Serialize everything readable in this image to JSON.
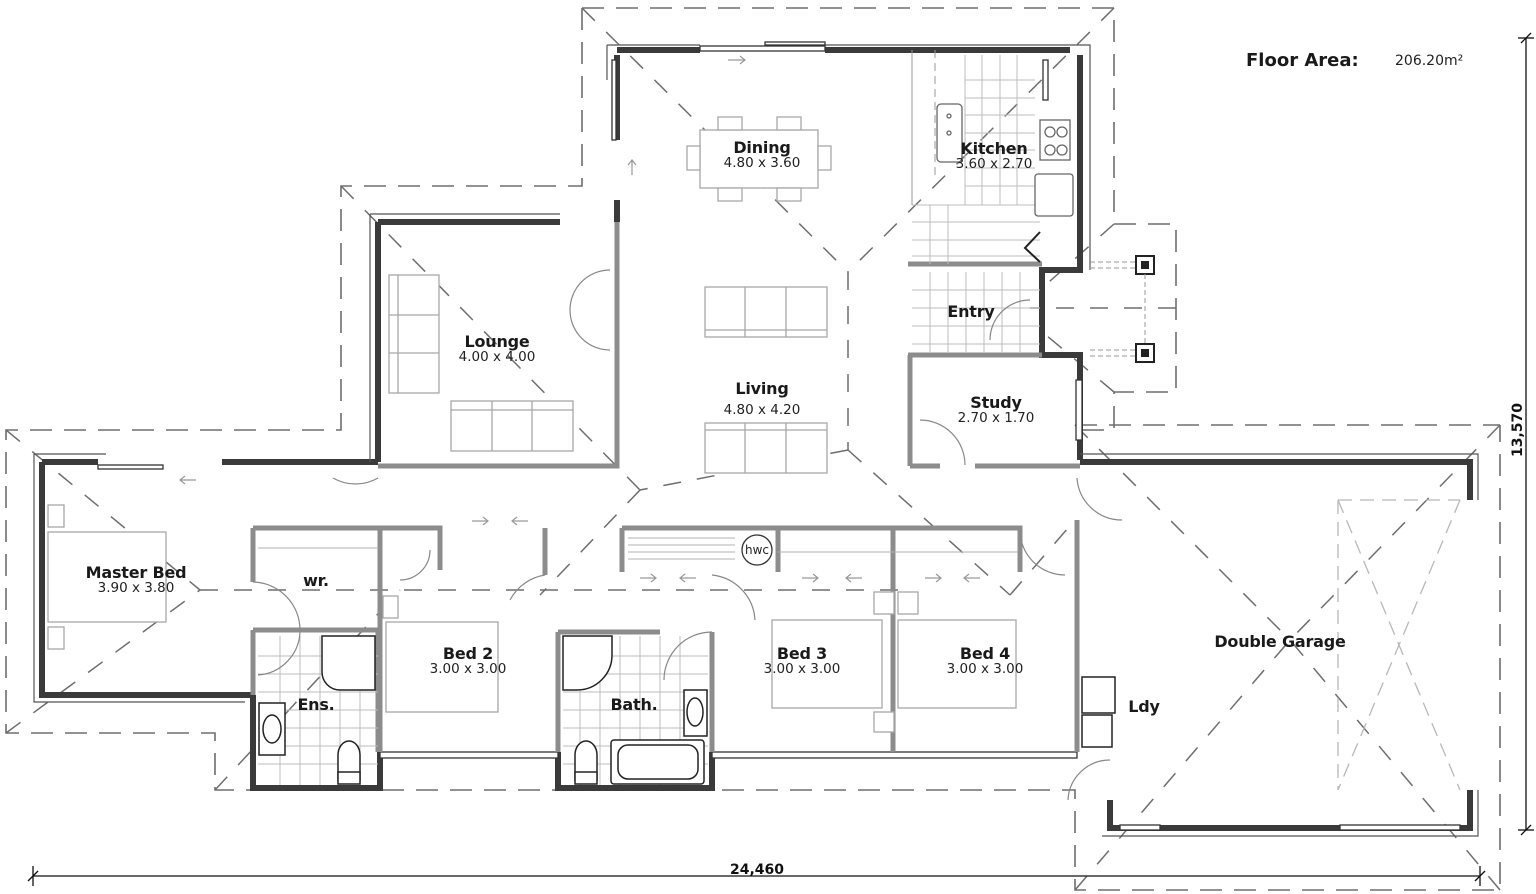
{
  "summary": {
    "floor_area_label": "Floor Area:",
    "floor_area_value": "206.20m²"
  },
  "dimensions": {
    "overall_width": "24,460",
    "overall_depth": "13,570"
  },
  "rooms": {
    "dining": {
      "name": "Dining",
      "size": "4.80 x 3.60"
    },
    "kitchen": {
      "name": "Kitchen",
      "size": "3.60 x 2.70"
    },
    "lounge": {
      "name": "Lounge",
      "size": "4.00 x 4.00"
    },
    "living": {
      "name": "Living",
      "size": "4.80 x 4.20"
    },
    "entry": {
      "name": "Entry"
    },
    "study": {
      "name": "Study",
      "size": "2.70 x 1.70"
    },
    "master_bed": {
      "name": "Master Bed",
      "size": "3.90 x 3.80"
    },
    "wardrobe": {
      "name": "wr."
    },
    "ensuite": {
      "name": "Ens."
    },
    "bed2": {
      "name": "Bed 2",
      "size": "3.00 x 3.00"
    },
    "bath": {
      "name": "Bath."
    },
    "bed3": {
      "name": "Bed 3",
      "size": "3.00 x 3.00"
    },
    "bed4": {
      "name": "Bed 4",
      "size": "3.00 x 3.00"
    },
    "double_garage": {
      "name": "Double Garage"
    },
    "laundry": {
      "name": "Ldy"
    }
  },
  "fixtures": {
    "hot_water_cylinder": "hwc"
  },
  "colors": {
    "wall_dark": "#3a3a3a",
    "wall_light": "#9a9a9a",
    "furniture": "#a8a8a8",
    "roof_dash": "#777777",
    "background": "#ffffff"
  }
}
